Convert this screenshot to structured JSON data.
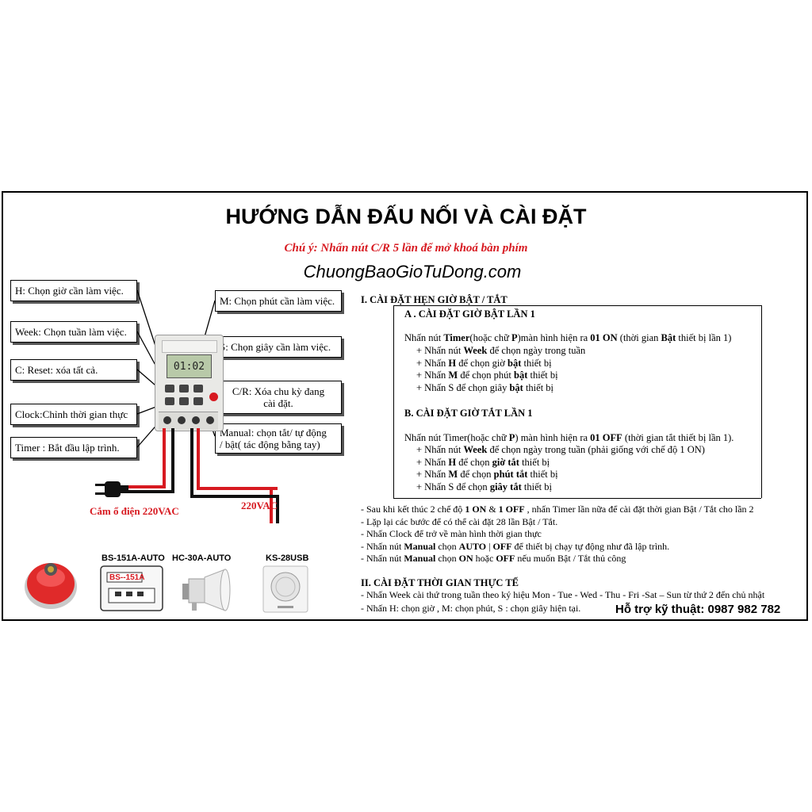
{
  "title": "HƯỚNG DẪN ĐẤU NỐI VÀ CÀI ĐẶT",
  "note": "Chú ý: Nhấn nút C/R 5 lần để mở khoá bàn phím",
  "website": "ChuongBaoGioTuDong.com",
  "device_screen": "01:02",
  "labels_left": [
    "H: Chọn giờ cần làm việc.",
    "Week: Chọn tuần làm việc.",
    "C: Reset: xóa tất cả.",
    "Clock:Chỉnh thời gian thực",
    "Timer : Bắt đầu lập trình."
  ],
  "labels_right": {
    "m": "M: Chọn phút cần làm việc.",
    "s": "S: Chọn giây cần làm việc.",
    "cr1": "C/R: Xóa chu kỳ đang",
    "cr2": "cài đặt.",
    "manual1": "Manual: chọn tắt/ tự động",
    "manual2": "/ bật( tác động bằng tay)"
  },
  "plug_label": "Cắm ổ điện 220VAC",
  "voltage_label": "220VAC",
  "products": {
    "p1": "BS-151A-AUTO",
    "p2": "HC-30A-AUTO",
    "p3": "KS-28USB",
    "p1_screen": "BS--151A"
  },
  "section1": {
    "heading": "I. CÀI ĐẶT HẸN GIỜ BẬT / TẮT",
    "a_heading": "A . CÀI ĐẶT GIỜ BẬT LẦN 1",
    "a_intro_1": "Nhấn nút ",
    "a_intro_timer": "Timer",
    "a_intro_2": "(hoặc chữ ",
    "a_intro_p": "P",
    "a_intro_3": ")màn hình hiện ra ",
    "a_intro_on": "01 ON",
    "a_intro_4": " (thời gian ",
    "a_intro_bat": "Bật",
    "a_intro_5": " thiết bị lần 1)",
    "a_items": [
      [
        "+ Nhấn nút ",
        "Week",
        " để chọn ngày trong tuần"
      ],
      [
        "+ Nhấn ",
        "H",
        " để chọn giờ ",
        "bật",
        " thiết bị"
      ],
      [
        "+ Nhấn ",
        "M",
        " để chọn phút ",
        "bật",
        " thiết bị"
      ],
      [
        "+ Nhấn S để chọn giây ",
        "bật",
        " thiết bị"
      ]
    ],
    "b_heading": "B. CÀI ĐẶT GIỜ TẮT LẦN 1",
    "b_intro_1": "Nhấn nút Timer(hoặc chữ ",
    "b_intro_p": "P",
    "b_intro_2": ") màn hình hiện ra ",
    "b_intro_off": "01 OFF",
    "b_intro_3": " (thời gian tắt thiết bị lần 1).",
    "b_items": [
      [
        "+ Nhấn nút ",
        "Week",
        " để chọn ngày trong tuần (phải giống với chế độ 1 ON)"
      ],
      [
        "+ Nhấn ",
        "H",
        " để chọn ",
        "giờ tắt",
        " thiết bị"
      ],
      [
        "+ Nhấn ",
        "M",
        " để chọn ",
        "phút tắt",
        " thiết bị"
      ],
      [
        "+ Nhấn S để chọn ",
        "giây tắt",
        " thiết bị"
      ]
    ]
  },
  "notes": [
    [
      "- Sau khi kết thúc 2 chế độ ",
      "1 ON",
      " & ",
      "1 OFF",
      " , nhấn Timer lần nữa để cài đặt thời gian Bật / Tắt cho lần 2"
    ],
    [
      "- Lặp lại các bước để có thể cài đặt 28 lần Bật / Tắt."
    ],
    [
      "- Nhấn Clock để trở về màn hình thời gian thực"
    ],
    [
      "- Nhấn nút ",
      "Manual",
      " chọn ",
      "AUTO",
      " | ",
      "OFF",
      " để thiết bị chạy tự động như đã lập trình."
    ],
    [
      "- Nhấn nút ",
      "Manual",
      " chọn ",
      "ON",
      " hoặc ",
      "OFF",
      " nếu muốn Bật / Tắt thủ công"
    ]
  ],
  "section2": {
    "heading": "II. CÀI ĐẶT THỜI GIAN THỰC TẾ",
    "line1": "- Nhấn Week cài thứ trong tuần theo ký hiệu Mon - Tue - Wed - Thu - Fri -Sat – Sun từ thứ 2 đến chủ nhật",
    "line2": "- Nhấn H: chọn giờ , M: chọn phút, S : chọn giây hiện tại."
  },
  "support": "Hỗ trợ kỹ thuật: 0987 982 782"
}
